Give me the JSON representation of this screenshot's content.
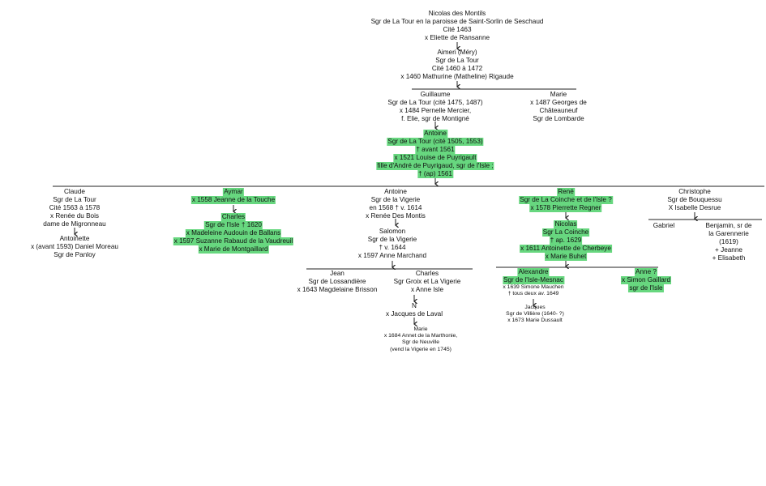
{
  "colors": {
    "highlight": "#67d77f",
    "line": "#222222"
  },
  "nodes": [
    {
      "id": "nicolas",
      "lines": [
        "Nicolas des Montils",
        "Sgr de La Tour en la paroisse de Saint-Sorlin de Seschaud",
        "Cité 1463",
        "x Eliette de Ransanne"
      ]
    },
    {
      "id": "aimeri",
      "lines": [
        "Aimeri (Méry)",
        "Sgr de La Tour",
        "Cité 1460 à 1472",
        "x 1460 Mathurine (Matheline) Rigaude"
      ]
    },
    {
      "id": "guillaume",
      "lines": [
        "Guillaume",
        "Sgr de La Tour (cité 1475, 1487)",
        "x 1484 Pernelle Mercier,",
        "f. Elie, sgr de Montigné"
      ]
    },
    {
      "id": "marie1",
      "lines": [
        "Marie",
        "x 1487 Georges de",
        "Châteauneuf",
        "Sgr de Lombarde"
      ]
    },
    {
      "id": "antoine1",
      "lines": [
        "Antoine",
        "Sgr de La Tour (cité 1505, 1553)",
        "† avant 1561",
        "x 1521 Louise de Puyrigault",
        "fille d'André de Puyrigaud, sgr de l'Isle ;",
        "† (ap) 1561"
      ]
    },
    {
      "id": "claude",
      "lines": [
        "Claude",
        "Sgr de La Tour",
        "Cité 1563 à 1578",
        "x Renée du Bois",
        "dame de Migronneau"
      ]
    },
    {
      "id": "antoinette",
      "lines": [
        "Antoinette",
        "x (avant 1593) Daniel Moreau",
        "Sgr de Panloy"
      ]
    },
    {
      "id": "aymar",
      "lines": [
        "Aymar",
        "x 1558 Jeanne de la Touche"
      ]
    },
    {
      "id": "charles1",
      "lines": [
        "Charles",
        "Sgr de l'Isle † 1620",
        "x Madeleine Audouin de Ballans",
        "x 1597 Suzanne Rabaud de la Vaudreuil",
        "x Marie de Montgaillard"
      ]
    },
    {
      "id": "antoine2",
      "lines": [
        "Antoine",
        "Sgr de la Vigerie",
        "en 1568  † v. 1614",
        "x Renée Des Montis"
      ]
    },
    {
      "id": "salomon",
      "lines": [
        "Salomon",
        "Sgr de la Vigerie",
        "† v. 1644",
        "x 1597 Anne Marchand"
      ]
    },
    {
      "id": "jean",
      "lines": [
        "Jean",
        "Sgr de Lossandière",
        "x 1643 Magdelaine Brisson"
      ]
    },
    {
      "id": "charles2",
      "lines": [
        "Charles",
        "Sgr Groix et La Vigerie",
        "x Anne Isle"
      ]
    },
    {
      "id": "n",
      "lines": [
        "N",
        "x Jacques de Laval"
      ]
    },
    {
      "id": "marie2",
      "lines": [
        "Marie",
        "x 1684 Annet de la Marthonie,",
        "Sgr de Neuville",
        "(vend la Vigerie en 1745)"
      ]
    },
    {
      "id": "rene",
      "lines": [
        "René",
        "Sgr de La Coinche et de l'Isle ?",
        "x 1578 Pierrette Regner"
      ]
    },
    {
      "id": "nicolas2",
      "lines": [
        "Nicolas",
        "Sgr La Coinche",
        "† ap. 1629",
        "x 1611 Antoinette de Cherbeye",
        "x Marie Buhet"
      ]
    },
    {
      "id": "alexandre",
      "lines": [
        "Alexandre",
        "Sgr de l'Isle-Mesnac",
        "x 1639 Simone Mauchen",
        "† tous deux av. 1649"
      ]
    },
    {
      "id": "jacques",
      "lines": [
        "Jacques",
        "Sgr de Villière (1640- ?)",
        "x 1673 Marie Dussault"
      ]
    },
    {
      "id": "anne",
      "lines": [
        "Anne ?",
        "x Simon Gaillard",
        "sgr de l'Isle"
      ]
    },
    {
      "id": "christophe",
      "lines": [
        "Christophe",
        "Sgr de Bouquessu",
        "X Isabelle Desrue"
      ]
    },
    {
      "id": "gabriel",
      "lines": [
        "Gabriel"
      ]
    },
    {
      "id": "benjamin",
      "lines": [
        "Benjamin, sr de",
        "la Garennerie",
        "(1619)",
        "+ Jeanne",
        "+ Elisabeth"
      ]
    }
  ]
}
